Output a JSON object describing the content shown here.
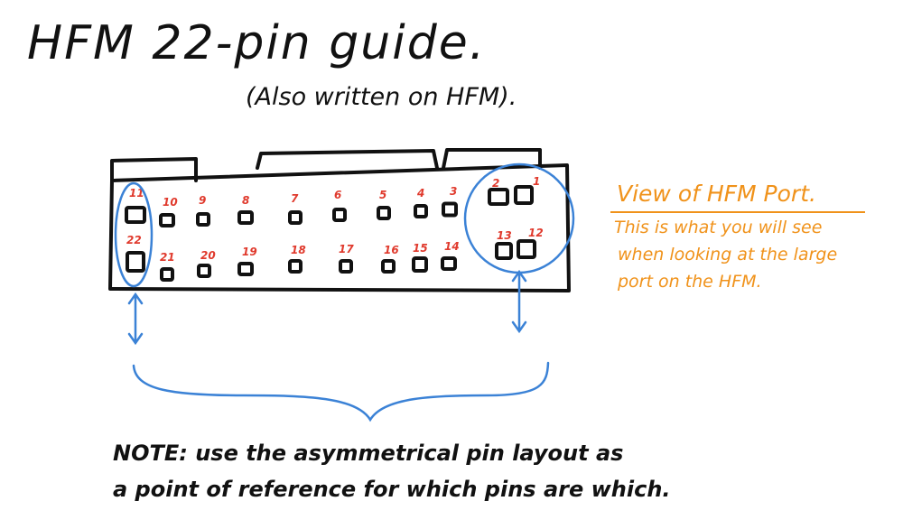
{
  "title": "HFM   22-pin guide.",
  "subtitle": "(Also written on HFM).",
  "view_box": {
    "title": "View of HFM Port.",
    "lines": [
      "This is what you will see",
      "when looking at the large",
      "port on the HFM."
    ]
  },
  "note": {
    "line1": "NOTE: use the asymmetrical pin layout as",
    "line2": "a point of reference for which pins are which."
  },
  "pins": {
    "top_row": [
      "11",
      "10",
      "9",
      "8",
      "7",
      "6",
      "5",
      "4",
      "3",
      "2",
      "1"
    ],
    "bottom_row": [
      "22",
      "21",
      "20",
      "19",
      "18",
      "17",
      "16",
      "15",
      "14",
      "13",
      "12"
    ]
  },
  "colors": {
    "ink": "#111111",
    "pin_numbers": "#e03a2d",
    "annotation": "#f0921a",
    "highlight": "#3b82d6"
  }
}
